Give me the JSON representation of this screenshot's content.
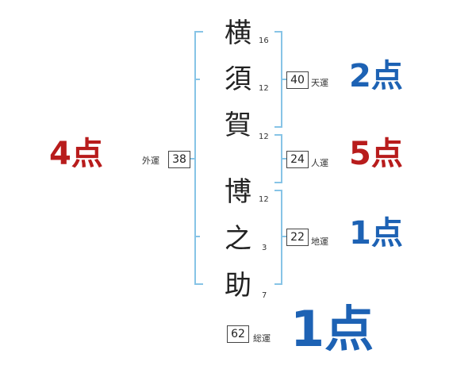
{
  "colors": {
    "bracket": "#87c4e6",
    "good": "#1d62b4",
    "bad": "#b81c1c"
  },
  "name": {
    "surname": [
      {
        "char": "横",
        "strokes": "16"
      },
      {
        "char": "須",
        "strokes": "12"
      },
      {
        "char": "賀",
        "strokes": "12"
      }
    ],
    "given": [
      {
        "char": "博",
        "strokes": "12"
      },
      {
        "char": "之",
        "strokes": "3"
      },
      {
        "char": "助",
        "strokes": "7"
      }
    ]
  },
  "fortunes": {
    "ten": {
      "value": "40",
      "label": "天運",
      "score": "2点"
    },
    "jin": {
      "value": "24",
      "label": "人運",
      "score": "5点"
    },
    "chi": {
      "value": "22",
      "label": "地運",
      "score": "1点"
    },
    "gai": {
      "value": "38",
      "label": "外運",
      "score": "4点"
    },
    "sou": {
      "value": "62",
      "label": "総運",
      "score": "1点"
    }
  }
}
